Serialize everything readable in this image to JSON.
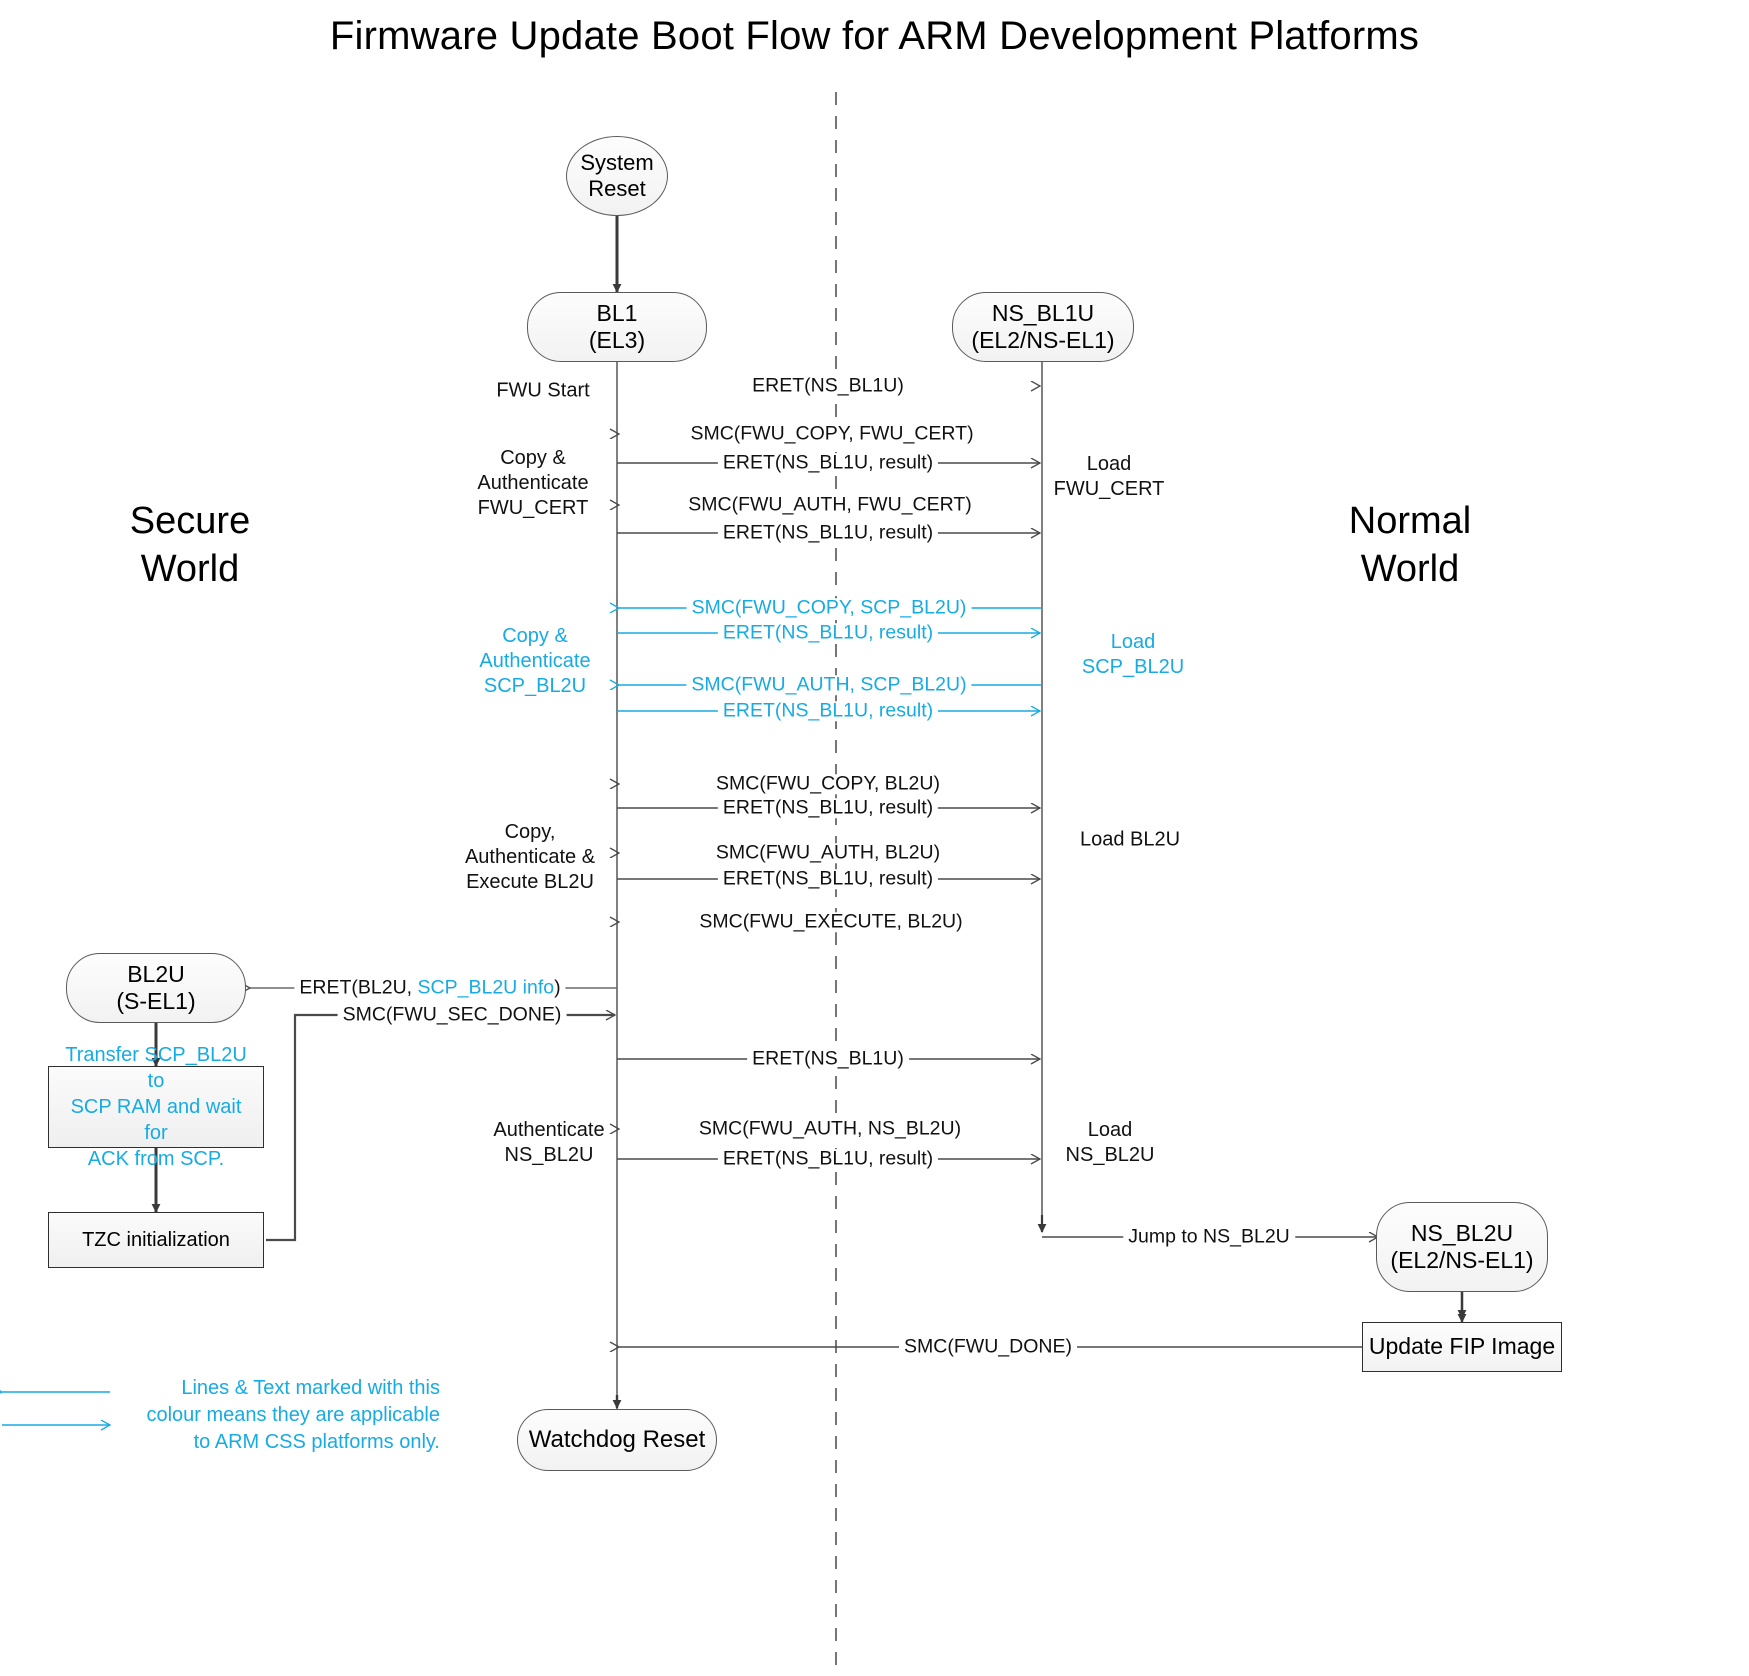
{
  "title": "Firmware Update Boot Flow for ARM Development Platforms",
  "accent_cyan": "#17ABE3",
  "line_color": "#4a4a4a",
  "worlds": {
    "left": "Secure\nWorld",
    "right": "Normal\nWorld"
  },
  "nodes": {
    "system_reset": "System\nReset",
    "bl1": "BL1\n(EL3)",
    "ns_bl1u": "NS_BL1U\n(EL2/NS-EL1)",
    "bl2u": "BL2U\n(S-EL1)",
    "ns_bl2u": "NS_BL2U\n(EL2/NS-EL1)",
    "update_fip": "Update FIP Image",
    "watchdog_reset": "Watchdog Reset",
    "transfer_note": "Transfer SCP_BL2U to\nSCP RAM and wait for\nACK from SCP.",
    "tzc_note": "TZC initialization"
  },
  "messages": [
    {
      "id": "m1",
      "text": "ERET(NS_BL1U)",
      "cyan": false
    },
    {
      "id": "m2",
      "text": "SMC(FWU_COPY, FWU_CERT)",
      "cyan": false
    },
    {
      "id": "m3",
      "text": "ERET(NS_BL1U, result)",
      "cyan": false
    },
    {
      "id": "m4",
      "text": "SMC(FWU_AUTH, FWU_CERT)",
      "cyan": false
    },
    {
      "id": "m5",
      "text": "ERET(NS_BL1U, result)",
      "cyan": false
    },
    {
      "id": "m6",
      "text": "SMC(FWU_COPY, SCP_BL2U)",
      "cyan": true
    },
    {
      "id": "m7",
      "text": "ERET(NS_BL1U, result)",
      "cyan": true
    },
    {
      "id": "m8",
      "text": "SMC(FWU_AUTH, SCP_BL2U)",
      "cyan": true
    },
    {
      "id": "m9",
      "text": "ERET(NS_BL1U, result)",
      "cyan": true
    },
    {
      "id": "m10",
      "text": "SMC(FWU_COPY, BL2U)",
      "cyan": false
    },
    {
      "id": "m11",
      "text": "ERET(NS_BL1U, result)",
      "cyan": false
    },
    {
      "id": "m12",
      "text": "SMC(FWU_AUTH, BL2U)",
      "cyan": false
    },
    {
      "id": "m13",
      "text": "ERET(NS_BL1U, result)",
      "cyan": false
    },
    {
      "id": "m14",
      "text": "SMC(FWU_EXECUTE, BL2U)",
      "cyan": false
    },
    {
      "id": "m15",
      "text": "SMC(FWU_SEC_DONE)",
      "cyan": false
    },
    {
      "id": "m16",
      "text": "ERET(NS_BL1U)",
      "cyan": false
    },
    {
      "id": "m17",
      "text": "SMC(FWU_AUTH, NS_BL2U)",
      "cyan": false
    },
    {
      "id": "m18",
      "text": "ERET(NS_BL1U, result)",
      "cyan": false
    },
    {
      "id": "m19",
      "text": "Jump to NS_BL2U",
      "cyan": false
    },
    {
      "id": "m20",
      "text": "SMC(FWU_DONE)",
      "cyan": false
    }
  ],
  "eret_bl2u": {
    "prefix": "ERET(BL2U, ",
    "cyan_part": "SCP_BL2U info",
    "suffix": ")"
  },
  "annotations": {
    "fwu_start": "FWU Start",
    "copy_auth_fwu_cert": "Copy &\nAuthenticate\nFWU_CERT",
    "load_fwu_cert": "Load\nFWU_CERT",
    "copy_auth_scp_bl2u": "Copy &\nAuthenticate\nSCP_BL2U",
    "load_scp_bl2u": "Load\nSCP_BL2U",
    "copy_auth_exec_bl2u": "Copy,\nAuthenticate &\nExecute BL2U",
    "load_bl2u": "Load BL2U",
    "auth_ns_bl2u": "Authenticate\nNS_BL2U",
    "load_ns_bl2u": "Load\nNS_BL2U"
  },
  "legend": {
    "text": "Lines & Text marked with this\ncolour means they are applicable\nto ARM CSS platforms only."
  }
}
